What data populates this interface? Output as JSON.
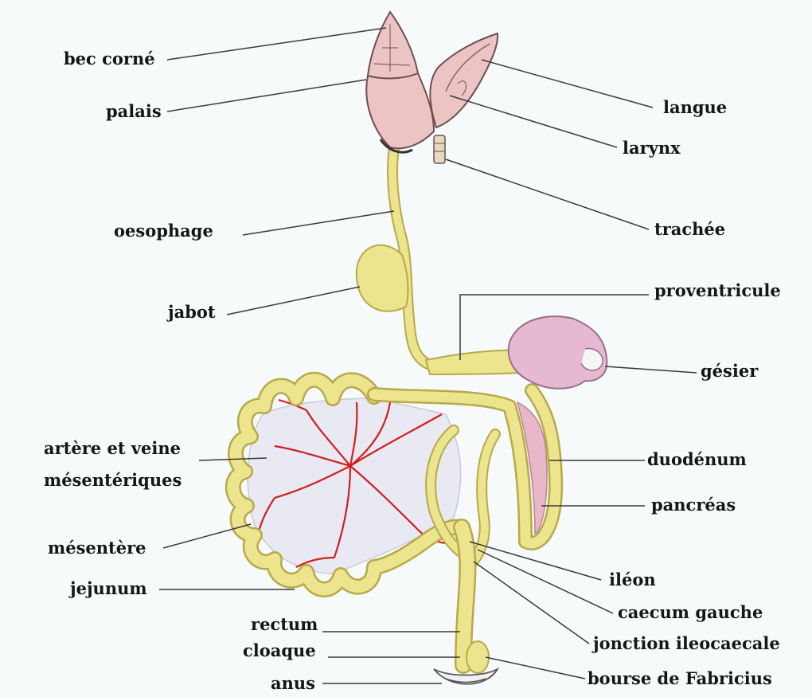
{
  "labels": {
    "bec_corne": "bec corné",
    "palais": "palais",
    "langue": "langue",
    "larynx": "larynx",
    "trachee": "trachée",
    "oesophage": "oesophage",
    "jabot": "jabot",
    "proventricule": "proventricule",
    "gesier": "gésier",
    "artere_veine_line1": "artère et veine",
    "artere_veine_line2": "mésentériques",
    "duodenum": "duodénum",
    "pancreas": "pancréas",
    "mesentere": "mésentère",
    "jejunum": "jejunum",
    "ileon": "iléon",
    "caecum_gauche": "caecum gauche",
    "rectum": "rectum",
    "jonction_ileocaecale": "jonction ileocaecale",
    "cloaque": "cloaque",
    "bourse_fabricius": "bourse de Fabricius",
    "anus": "anus"
  },
  "colors": {
    "background": "#f7fafb",
    "intestine": "#ece58e",
    "intestine_outline": "#b8a94a",
    "beak_pink": "#ecc4c4",
    "gizzard_pink": "#e6b8d2",
    "mesentery": "#e8e9f2",
    "vessel_red": "#d11f1f",
    "leader_line": "#3a3a3a"
  }
}
